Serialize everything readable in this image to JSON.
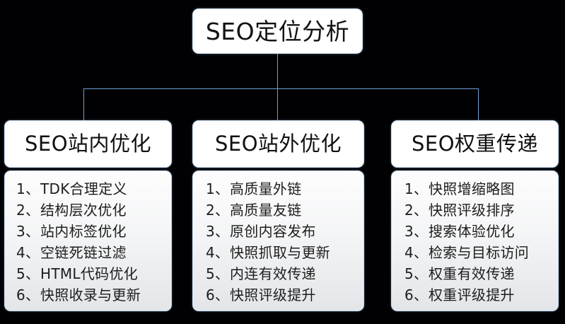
{
  "diagram": {
    "type": "org-tree",
    "root": {
      "label": "SEO定位分析"
    },
    "colors": {
      "background": "#000000",
      "node_fill": "#ffffff",
      "node_border": "#c9ddf2",
      "connector": "#6f9ed8",
      "body_fill_top": "#fdfdfe",
      "body_fill_bottom": "#e3e5e8",
      "text": "#121212"
    },
    "columns": [
      {
        "header": "SEO站内优化",
        "items": [
          {
            "index": "1、",
            "text": "TDK合理定义"
          },
          {
            "index": "2、",
            "text": "结构层次优化"
          },
          {
            "index": "3、",
            "text": "站内标签优化"
          },
          {
            "index": "4、",
            "text": "空链死链过滤"
          },
          {
            "index": "5、",
            "text": "HTML代码优化"
          },
          {
            "index": "6、",
            "text": "快照收录与更新"
          }
        ]
      },
      {
        "header": "SEO站外优化",
        "items": [
          {
            "index": "1、",
            "text": "高质量外链"
          },
          {
            "index": "2、",
            "text": "高质量友链"
          },
          {
            "index": "3、",
            "text": "原创内容发布"
          },
          {
            "index": "4、",
            "text": "快照抓取与更新"
          },
          {
            "index": "5、",
            "text": "内连有效传递"
          },
          {
            "index": "6、",
            "text": "快照评级提升"
          }
        ]
      },
      {
        "header": "SEO权重传递",
        "items": [
          {
            "index": "1、",
            "text": "快照增缩略图"
          },
          {
            "index": "2、",
            "text": "快照评级排序"
          },
          {
            "index": "3、",
            "text": "搜索体验优化"
          },
          {
            "index": "4、",
            "text": "检索与目标访问"
          },
          {
            "index": "5、",
            "text": "权重有效传递"
          },
          {
            "index": "6、",
            "text": "权重评级提升"
          }
        ]
      }
    ]
  }
}
